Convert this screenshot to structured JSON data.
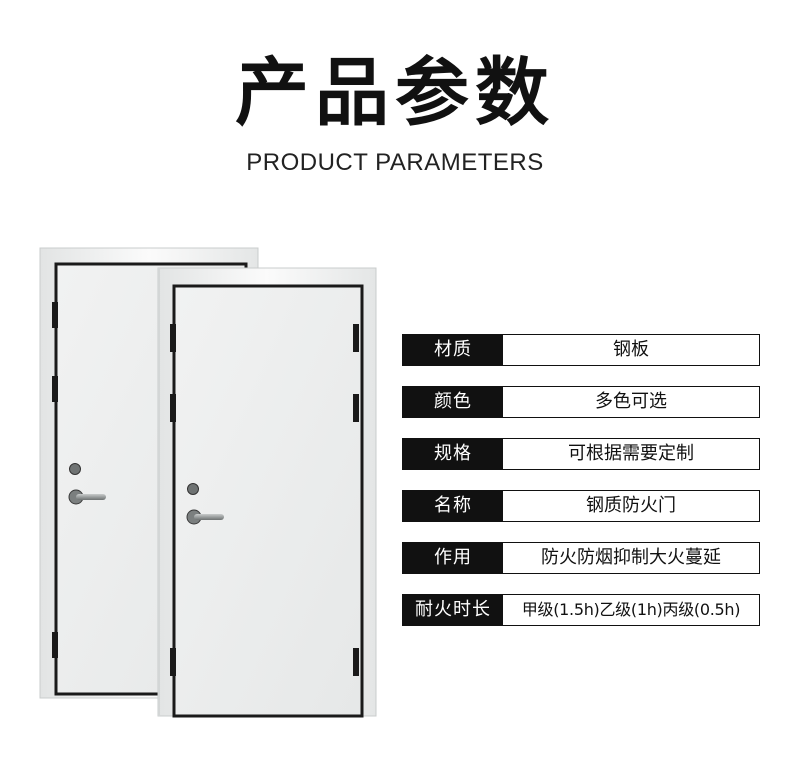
{
  "header": {
    "title": "产品参数",
    "subtitle": "PRODUCT PARAMETERS"
  },
  "params": [
    {
      "label": "材质",
      "value": "钢板"
    },
    {
      "label": "颜色",
      "value": "多色可选"
    },
    {
      "label": "规格",
      "value": "可根据需要定制"
    },
    {
      "label": "名称",
      "value": "钢质防火门"
    },
    {
      "label": "作用",
      "value": "防火防烟抑制大火蔓延"
    },
    {
      "label": "耐火时长",
      "value": "甲级(1.5h)乙级(1h)丙级(0.5h)"
    }
  ],
  "colors": {
    "label_bg": "#111111",
    "label_text": "#ffffff",
    "door_panel": "#eceeee",
    "door_frame": "#f7f8f8"
  }
}
